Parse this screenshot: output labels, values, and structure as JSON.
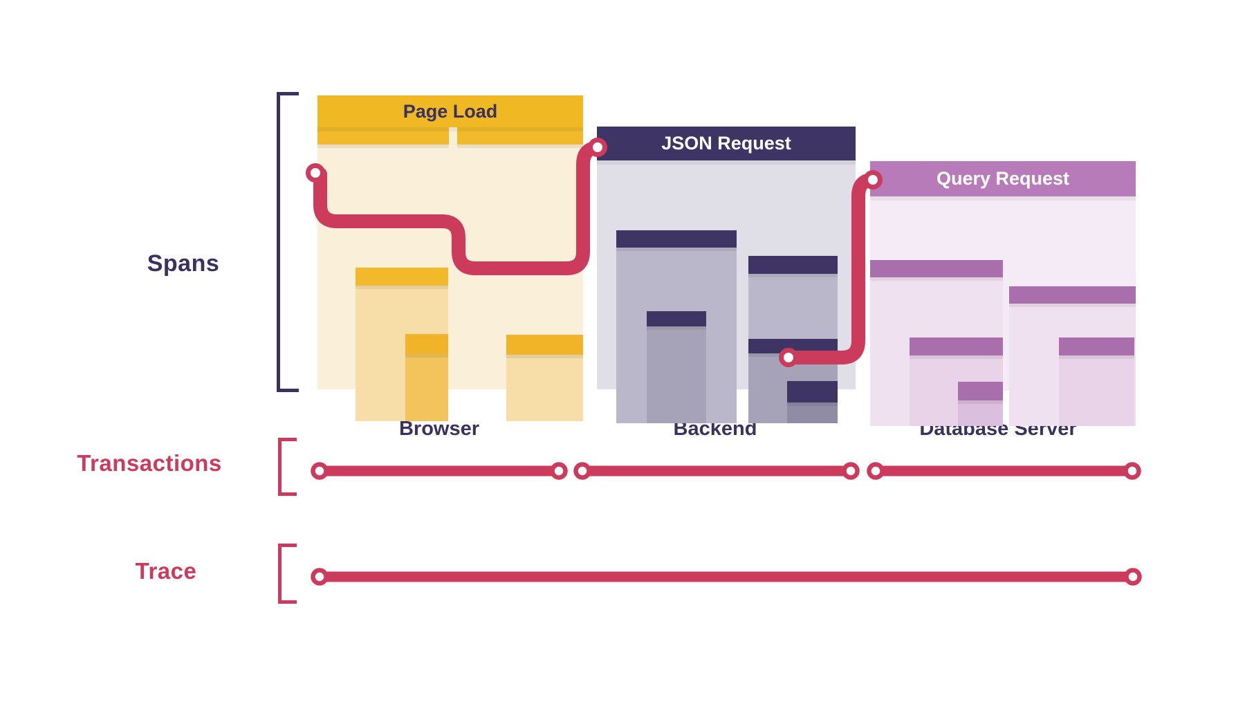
{
  "rows": {
    "spans_label": "Spans",
    "transactions_label": "Transactions",
    "trace_label": "Trace"
  },
  "panels": [
    {
      "title": "Page Load",
      "caption": "Browser",
      "header_color": "#F0B823",
      "body_color": "#FAF0DA",
      "title_color": "#3A3160"
    },
    {
      "title": "JSON Request",
      "caption": "Backend",
      "header_color": "#3E3564",
      "body_color": "#E0DFE8",
      "title_color": "#FFFFFF"
    },
    {
      "title": "Query Request",
      "caption": "Database Server",
      "header_color": "#B77BB9",
      "body_color": "#F5EBF6",
      "title_color": "#FFFFFF"
    }
  ],
  "transactions": {
    "segment_count": 3
  },
  "trace": {
    "segment_count": 1
  },
  "colors": {
    "accent_red": "#CC3A5C",
    "navy_text": "#3A3160",
    "background": "#FFFFFF"
  }
}
